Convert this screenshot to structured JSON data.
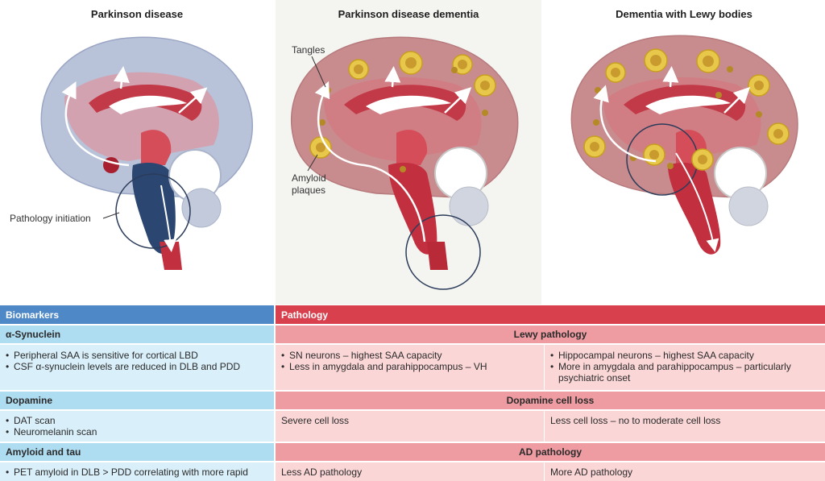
{
  "panels": [
    {
      "title": "Parkinson disease",
      "annotation": "Pathology initiation"
    },
    {
      "title": "Parkinson disease dementia",
      "tangles_label": "Tangles",
      "plaques_label": "Amyloid\nplaques"
    },
    {
      "title": "Dementia with Lewy bodies"
    }
  ],
  "table": {
    "biomarkers_header": "Biomarkers",
    "pathology_header": "Pathology",
    "rows": [
      {
        "biomarker": "α-Synuclein",
        "biomarker_items": [
          "Peripheral SAA is sensitive for cortical LBD",
          "CSF α-synuclein levels are reduced in DLB and PDD"
        ],
        "pathology": "Lewy pathology",
        "col2_items": [
          "SN neurons – highest SAA capacity",
          "Less in amygdala and parahippocampus – VH"
        ],
        "col3_items": [
          "Hippocampal neurons – highest SAA capacity",
          "More in amygdala and parahippocampus – particularly psychiatric onset"
        ]
      },
      {
        "biomarker": "Dopamine",
        "biomarker_items": [
          "DAT scan",
          "Neuromelanin scan"
        ],
        "pathology": "Dopamine cell loss",
        "col2_text": "Severe cell loss",
        "col3_text": "Less cell loss – no to moderate cell loss"
      },
      {
        "biomarker": "Amyloid and tau",
        "biomarker_items": [
          "PET amyloid in DLB > PDD correlating with more rapid"
        ],
        "pathology": "AD pathology",
        "col2_text": "Less AD pathology",
        "col3_text": "More AD pathology"
      }
    ]
  }
}
